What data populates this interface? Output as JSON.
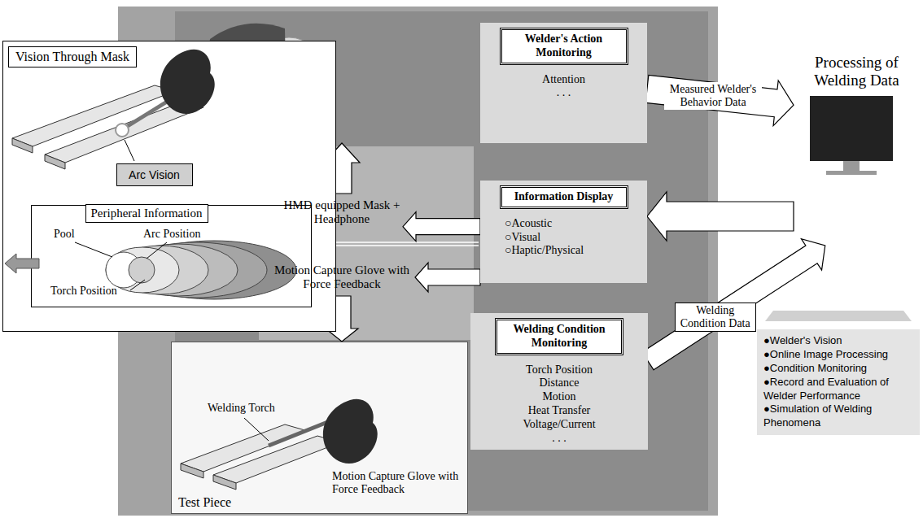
{
  "diagram": {
    "nodes": [
      {
        "text": [
          "Vision Through Mask"
        ]
      },
      {
        "text": [
          "Arc Vision"
        ],
        "in": 0
      },
      {
        "text": [
          "Peripheral Information"
        ],
        "in": 0
      },
      {
        "text": [
          "Welder's Action Monitoring",
          "Attention",
          ". . ."
        ]
      },
      {
        "text": [
          "Information Display",
          "○Acoustic",
          "○Visual",
          "○Haptic/Physical"
        ]
      },
      {
        "text": [
          "Welding Condition Monitoring",
          "Torch Position",
          "Distance",
          "Motion",
          "Heat Transfer",
          "Voltage/Current",
          ". . ."
        ]
      },
      {
        "text": [
          "HMD equipped Mask + Headphone"
        ]
      },
      {
        "text": [
          "Motion Capture Glove with Force Feedback"
        ]
      },
      {
        "text": [
          "Test Piece"
        ]
      },
      {
        "text": [
          "Processing of Welding Data"
        ]
      },
      {
        "text": [
          "●Welder's Vision",
          "●Online Image Processing",
          "●Condition Monitoring",
          "●Record and Evaluation of Welder Performance",
          "●Simulation of Welding Phenomena"
        ]
      }
    ],
    "edges": [
      {
        "from": 4,
        "to": 6,
        "arrow": "to"
      },
      {
        "from": 4,
        "to": 7,
        "arrow": "to"
      },
      {
        "from": 7,
        "to": 8,
        "arrow": "to"
      },
      {
        "from": 3,
        "to": 9,
        "label": "Measured Welder's Behavior Data",
        "arrow": "to"
      },
      {
        "from": 5,
        "to": 9,
        "label": "Welding Condition Data",
        "arrow": "to"
      },
      {
        "from": 9,
        "to": 4,
        "arrow": "to"
      }
    ],
    "labels": [
      "Pool",
      "Arc Position",
      "Torch Position",
      "Welding Torch",
      "Motion Capture Glove with Force Feedback"
    ]
  }
}
